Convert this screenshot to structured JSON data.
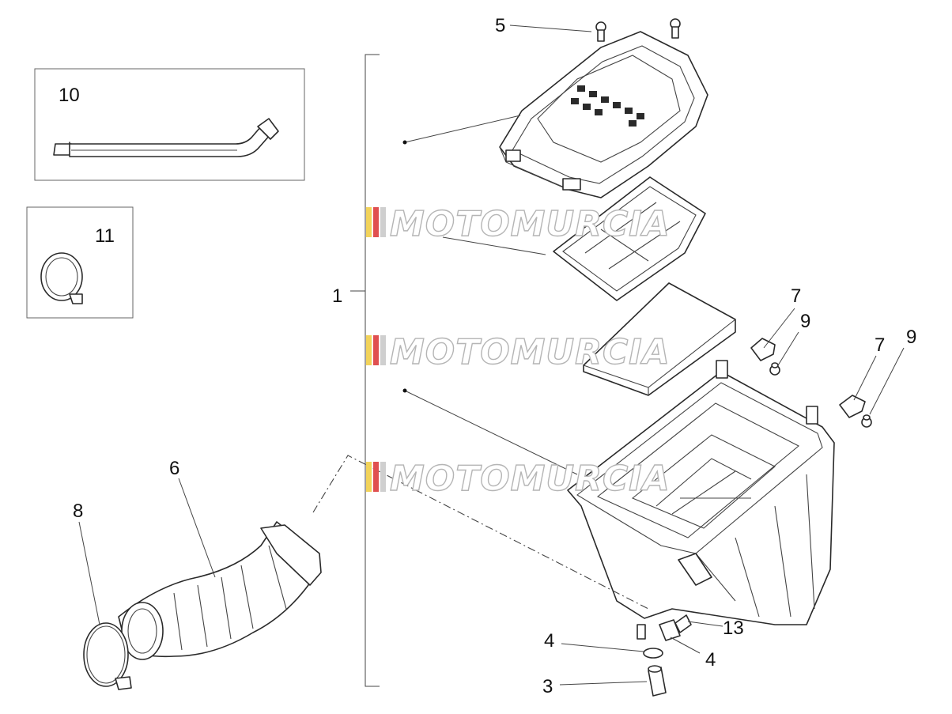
{
  "callouts": [
    "1",
    "3",
    "4",
    "4",
    "5",
    "6",
    "7",
    "7",
    "8",
    "9",
    "9",
    "10",
    "11",
    "13"
  ],
  "watermark": {
    "text": "MOTOMURCIA"
  },
  "colors": {
    "line": "#2a2a2a",
    "watermark_red": "#e05050",
    "watermark_yellow": "#f2d35a",
    "watermark_gray": "#b5b5b5"
  }
}
